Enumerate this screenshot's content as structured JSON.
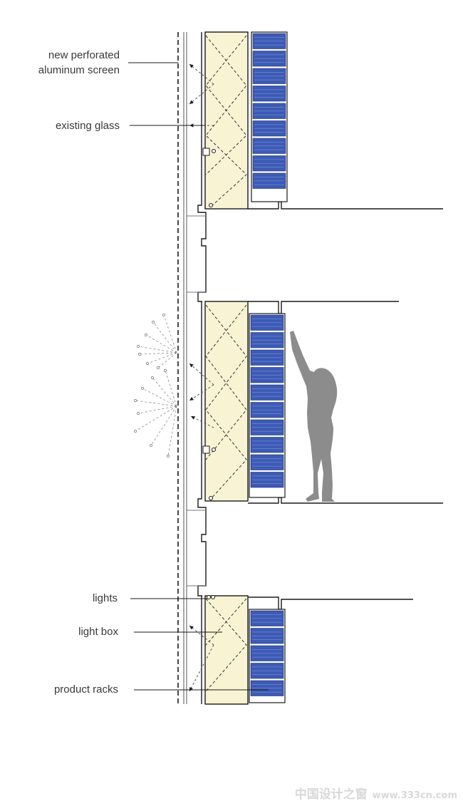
{
  "labels": {
    "screen_line1": "new perforated",
    "screen_line2": "aluminum screen",
    "glass": "existing glass",
    "lights": "lights",
    "light_box": "light box",
    "product_racks": "product racks"
  },
  "watermark": {
    "site_cn": "中国设计之窗",
    "site_url": "www.333cn.com"
  },
  "colors": {
    "line": "#1a1a1a",
    "light_box_fill": "#f8f3d3",
    "rack_blue": "#3d5bb5",
    "rack_blue_light": "#6d87d4",
    "silhouette": "#8c8c8c",
    "arrow": "#555555"
  }
}
